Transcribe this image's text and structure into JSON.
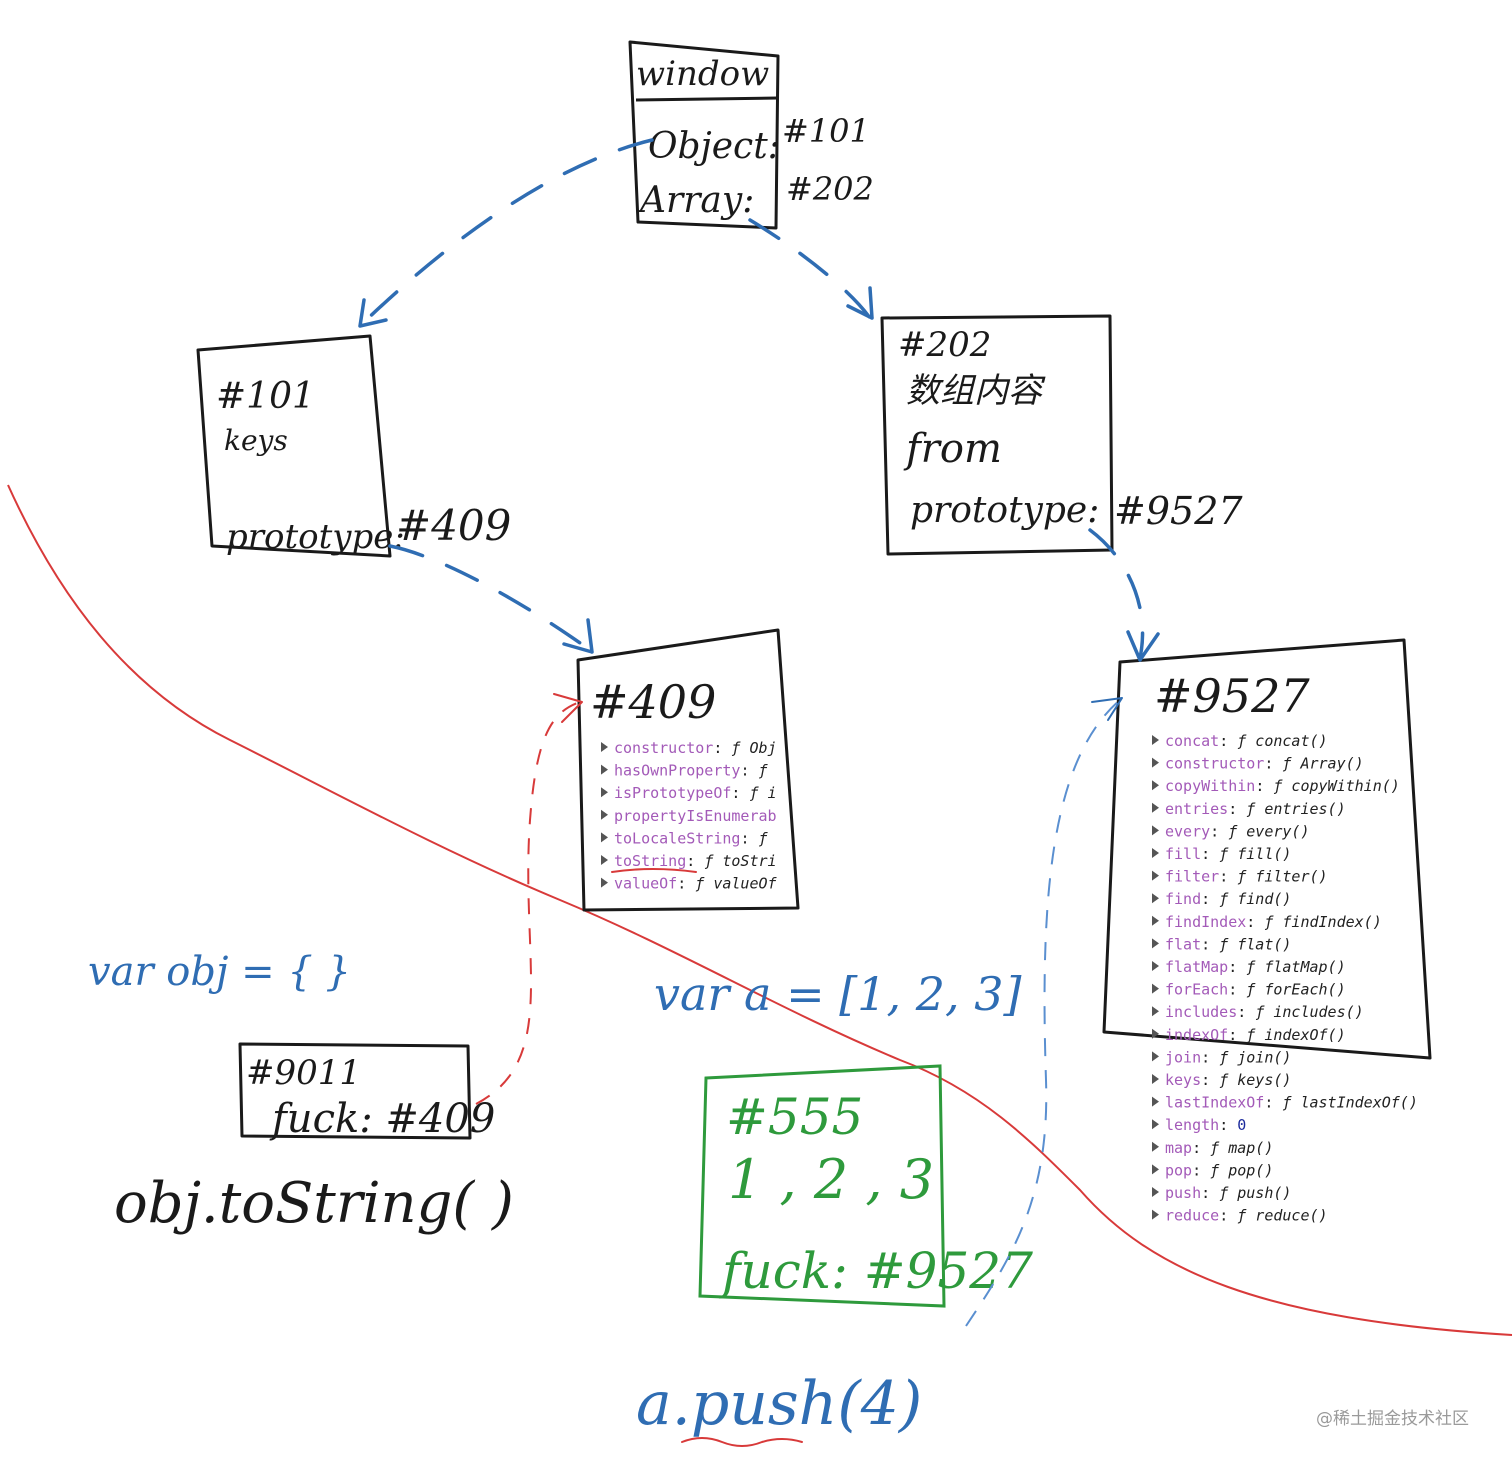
{
  "window_box": {
    "title": "window",
    "rows": [
      {
        "key": "Object:",
        "val": "#101"
      },
      {
        "key": "Array:",
        "val": "#202"
      }
    ]
  },
  "box_101": {
    "id": "#101",
    "line1": "keys",
    "proto_key": "prototype:",
    "proto_val": "#409"
  },
  "box_202": {
    "id": "#202",
    "line1": "数组内容",
    "line2": "from",
    "proto_key": "prototype:",
    "proto_val": "#9527"
  },
  "box_409": {
    "id": "#409",
    "props": [
      {
        "key": "constructor",
        "val": "ƒ Obj"
      },
      {
        "key": "hasOwnProperty",
        "val": "ƒ"
      },
      {
        "key": "isPrototypeOf",
        "val": "ƒ i"
      },
      {
        "key": "propertyIsEnumerab",
        "val": ""
      },
      {
        "key": "toLocaleString",
        "val": "ƒ"
      },
      {
        "key": "toString",
        "val": "ƒ toStri"
      },
      {
        "key": "valueOf",
        "val": "ƒ valueOf"
      }
    ]
  },
  "box_9527": {
    "id": "#9527",
    "props": [
      {
        "key": "concat",
        "val": "ƒ concat()"
      },
      {
        "key": "constructor",
        "val": "ƒ Array()"
      },
      {
        "key": "copyWithin",
        "val": "ƒ copyWithin()"
      },
      {
        "key": "entries",
        "val": "ƒ entries()"
      },
      {
        "key": "every",
        "val": "ƒ every()"
      },
      {
        "key": "fill",
        "val": "ƒ fill()"
      },
      {
        "key": "filter",
        "val": "ƒ filter()"
      },
      {
        "key": "find",
        "val": "ƒ find()"
      },
      {
        "key": "findIndex",
        "val": "ƒ findIndex()"
      },
      {
        "key": "flat",
        "val": "ƒ flat()"
      },
      {
        "key": "flatMap",
        "val": "ƒ flatMap()"
      },
      {
        "key": "forEach",
        "val": "ƒ forEach()"
      },
      {
        "key": "includes",
        "val": "ƒ includes()"
      },
      {
        "key": "indexOf",
        "val": "ƒ indexOf()"
      },
      {
        "key": "join",
        "val": "ƒ join()"
      },
      {
        "key": "keys",
        "val": "ƒ keys()"
      },
      {
        "key": "lastIndexOf",
        "val": "ƒ lastIndexOf()"
      },
      {
        "key": "length",
        "val": "0",
        "numeric": true
      },
      {
        "key": "map",
        "val": "ƒ map()"
      },
      {
        "key": "pop",
        "val": "ƒ pop()"
      },
      {
        "key": "push",
        "val": "ƒ push()"
      },
      {
        "key": "reduce",
        "val": "ƒ reduce()"
      }
    ]
  },
  "code_obj": "var obj = {   }",
  "box_9011": {
    "id": "#9011",
    "row": "fuck: #409"
  },
  "call_obj": "obj.toString( )",
  "code_arr": "var a = [1, 2, 3]",
  "box_555": {
    "id": "#555",
    "values": "1 , 2 , 3",
    "row": "fuck: #9527"
  },
  "call_arr": "a.push(4)",
  "watermark": "@稀土掘金技术社区",
  "colors": {
    "ink": "#1a1a1a",
    "blue": "#2f6db3",
    "red": "#d83a3a",
    "green": "#2e9a3c",
    "prop_key": "#a35ab8"
  }
}
